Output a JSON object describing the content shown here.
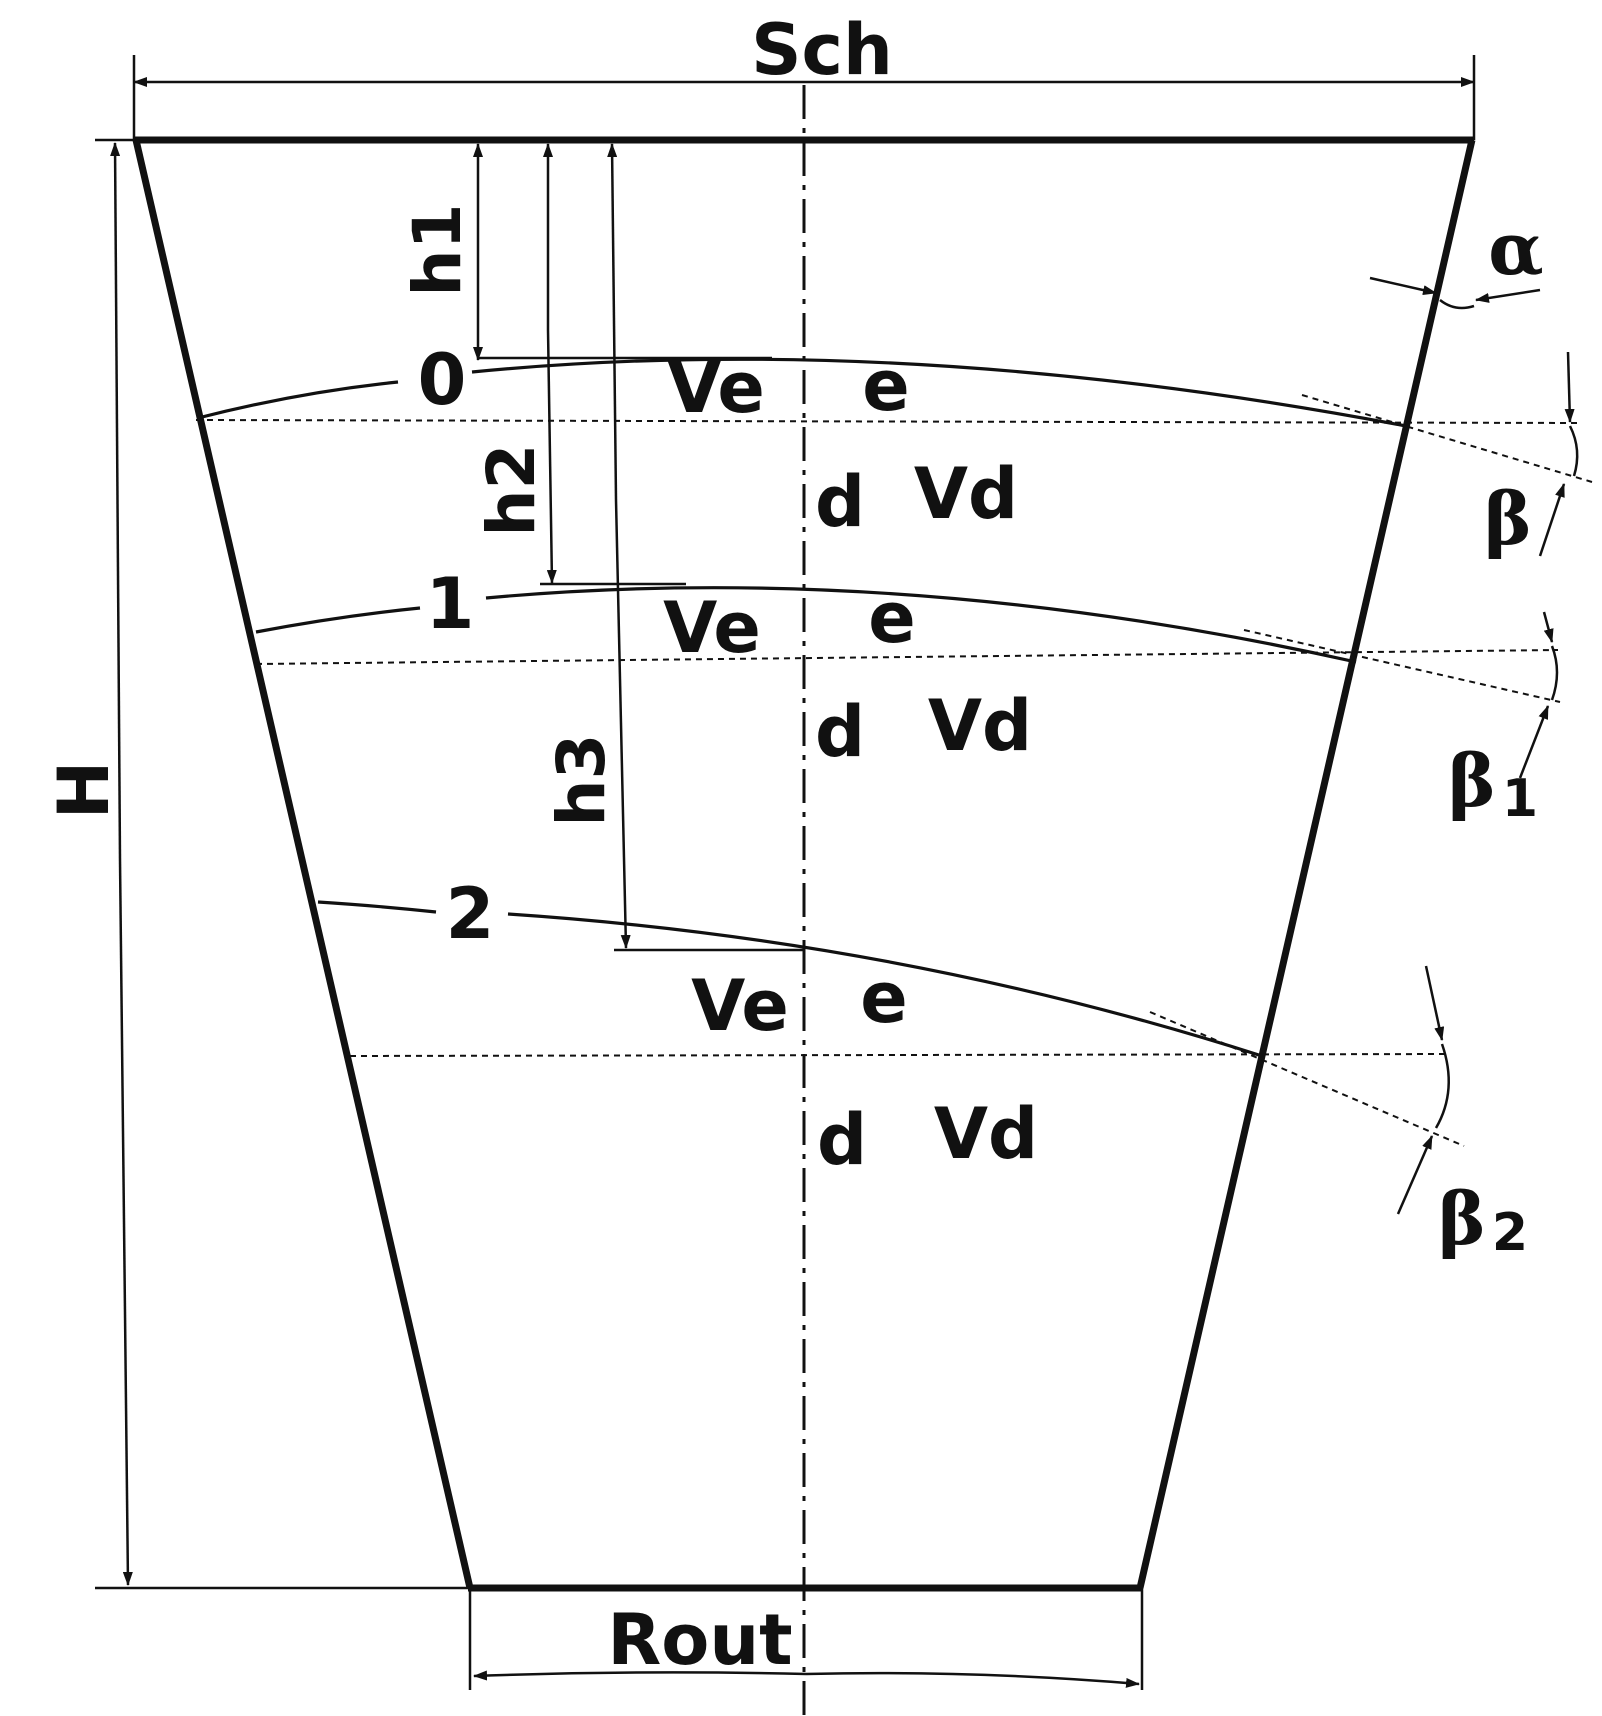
{
  "labels": {
    "sch": "Sch",
    "h_total": "H",
    "h1": "h1",
    "h2": "h2",
    "h3": "h3",
    "rout": "Rout",
    "alpha": "α",
    "beta": "β",
    "beta1": "β",
    "beta1_sub": "1",
    "beta2": "β",
    "beta2_sub": "2",
    "levels": [
      "0",
      "1",
      "2"
    ],
    "ve": "Ve",
    "e": "e",
    "d": "d",
    "vd": "Vd"
  }
}
